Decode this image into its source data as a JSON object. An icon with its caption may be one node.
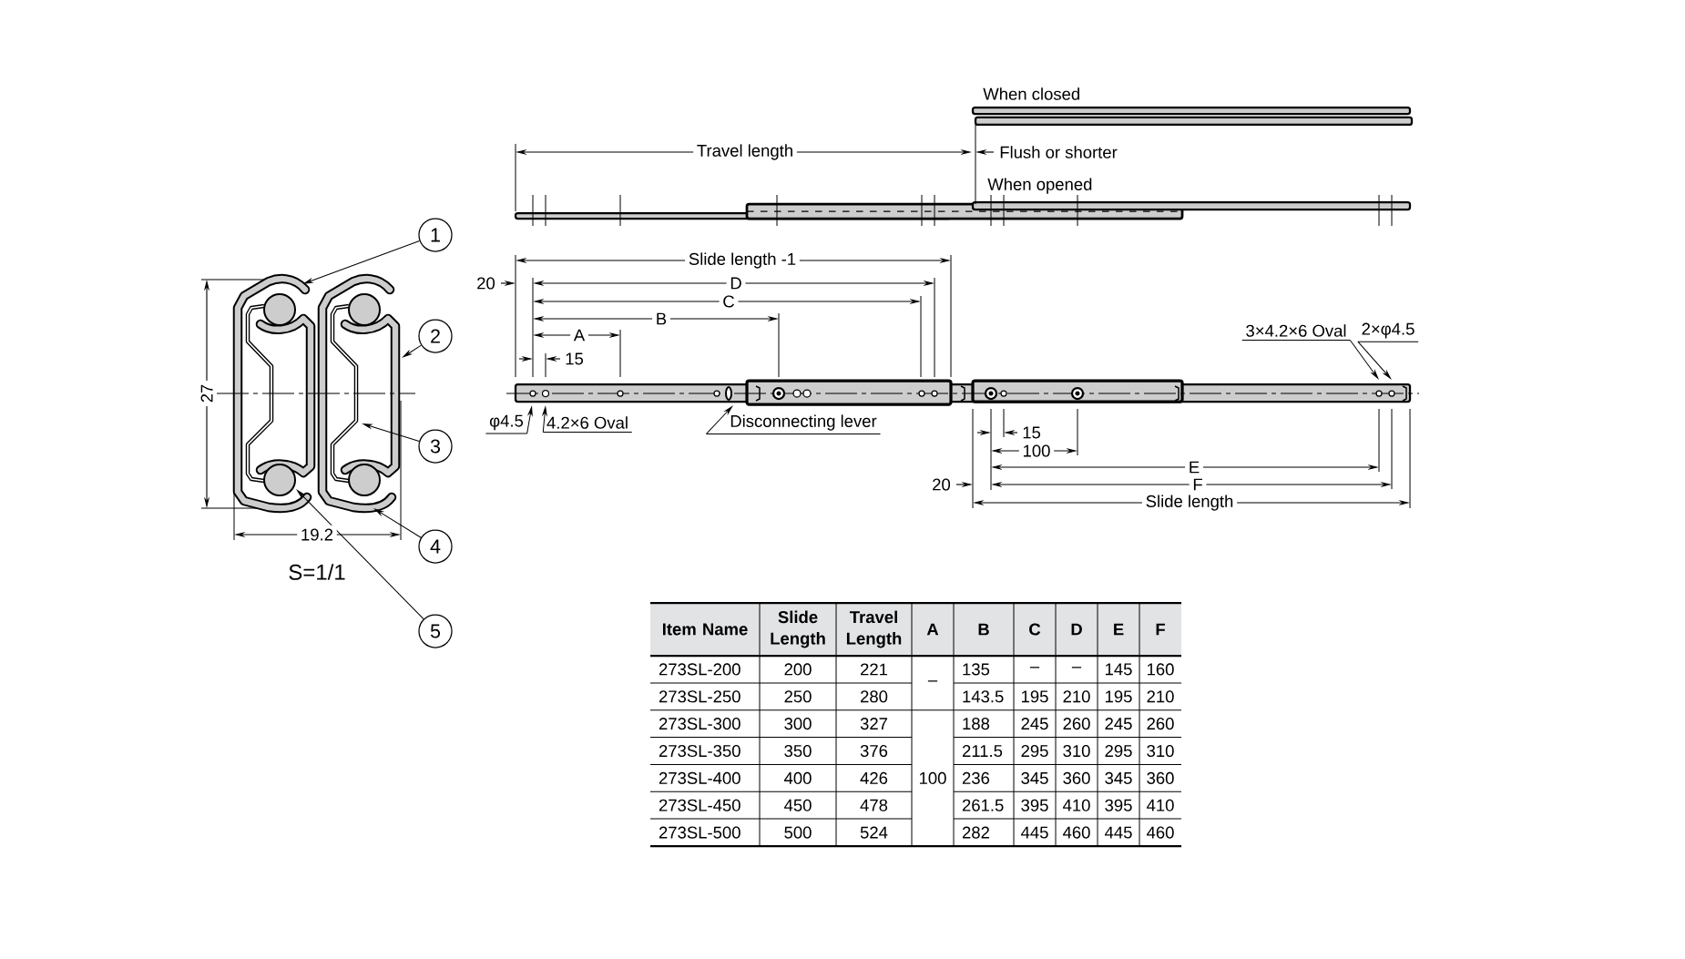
{
  "diagram": {
    "nodes": [
      {
        "text": [
          "1"
        ]
      },
      {
        "text": [
          "2"
        ]
      },
      {
        "text": [
          "3"
        ]
      },
      {
        "text": [
          "4"
        ]
      },
      {
        "text": [
          "5"
        ]
      },
      {
        "text": [
          "φ4.5"
        ]
      },
      {
        "text": [
          "4.2×6 Oval"
        ]
      },
      {
        "text": [
          "Disconnecting lever"
        ]
      },
      {
        "text": [
          "3×4.2×6 Oval"
        ]
      },
      {
        "text": [
          "2×φ4.5"
        ]
      },
      {
        "text": [],
        "shape": "picture"
      },
      {
        "text": [],
        "shape": "picture"
      }
    ],
    "edges": [
      {
        "from": 0,
        "to": 10,
        "arrow": "to"
      },
      {
        "from": 1,
        "to": 10,
        "arrow": "to"
      },
      {
        "from": 2,
        "to": 10,
        "arrow": "to"
      },
      {
        "from": 3,
        "to": 10,
        "arrow": "to"
      },
      {
        "from": 4,
        "to": 10,
        "arrow": "to"
      },
      {
        "from": 5,
        "to": 11,
        "arrow": "to"
      },
      {
        "from": 6,
        "to": 11,
        "arrow": "to"
      },
      {
        "from": 7,
        "to": 11,
        "arrow": "to"
      },
      {
        "from": 8,
        "to": 11,
        "arrow": "to"
      },
      {
        "from": 9,
        "to": 11,
        "arrow": "to"
      }
    ],
    "labels": [
      "When closed",
      "Travel length",
      "Flush or shorter",
      "When opened",
      "Slide length -1",
      "20",
      "D",
      "C",
      "B",
      "A",
      "15",
      "27",
      "15",
      "100",
      "E",
      "20",
      "F",
      "Slide length",
      "19.2",
      "S=1/1",
      "Item Name",
      "Slide Length",
      "Travel Length",
      "A",
      "B",
      "C",
      "D",
      "E",
      "F",
      "273SL-200",
      "200",
      "221",
      "–",
      "135",
      "–",
      "–",
      "145",
      "160",
      "273SL-250",
      "250",
      "280",
      "143.5",
      "195",
      "210",
      "195",
      "210",
      "273SL-300",
      "300",
      "327",
      "100",
      "188",
      "245",
      "260",
      "245",
      "260",
      "273SL-350",
      "350",
      "376",
      "211.5",
      "295",
      "310",
      "295",
      "310",
      "273SL-400",
      "400",
      "426",
      "236",
      "345",
      "360",
      "345",
      "360",
      "273SL-450",
      "450",
      "478",
      "261.5",
      "395",
      "410",
      "395",
      "410",
      "273SL-500",
      "500",
      "524",
      "282",
      "445",
      "460",
      "445",
      "460"
    ]
  }
}
